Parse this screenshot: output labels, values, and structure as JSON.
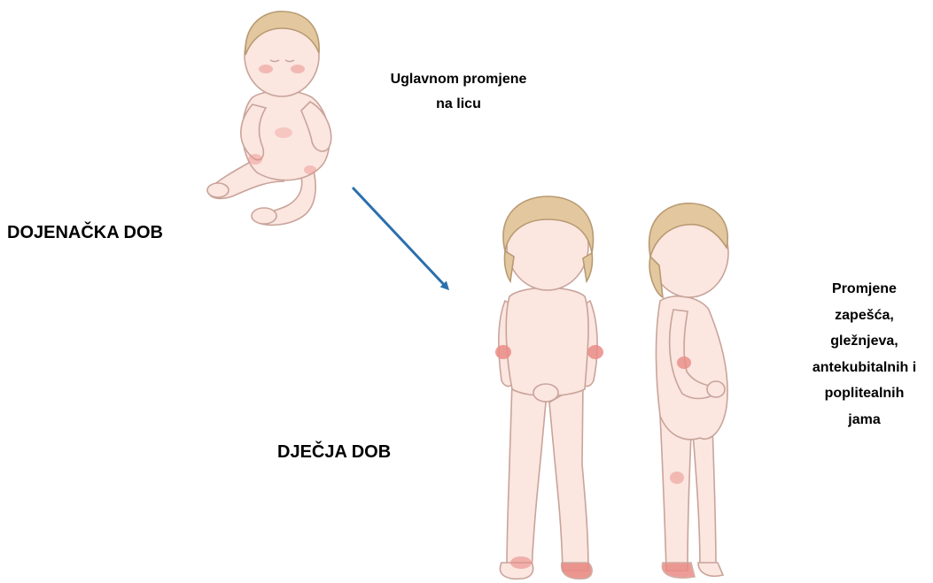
{
  "stages": [
    {
      "label": "DOJENAČKA DOB",
      "note": "Uglavnom promjene\nna licu"
    },
    {
      "label": "DJEČJA DOB",
      "note": "Promjene\nzapešća,\ngležnjeva,\nantekubitalnih i\npoplitealnih\njama"
    }
  ],
  "colors": {
    "skin": "#fbe6e0",
    "outline": "#c9a49a",
    "hair": "#e3c89f",
    "hair_outline": "#b89a72",
    "eczema": "#ea8b85",
    "arrow": "#2b6fad"
  }
}
